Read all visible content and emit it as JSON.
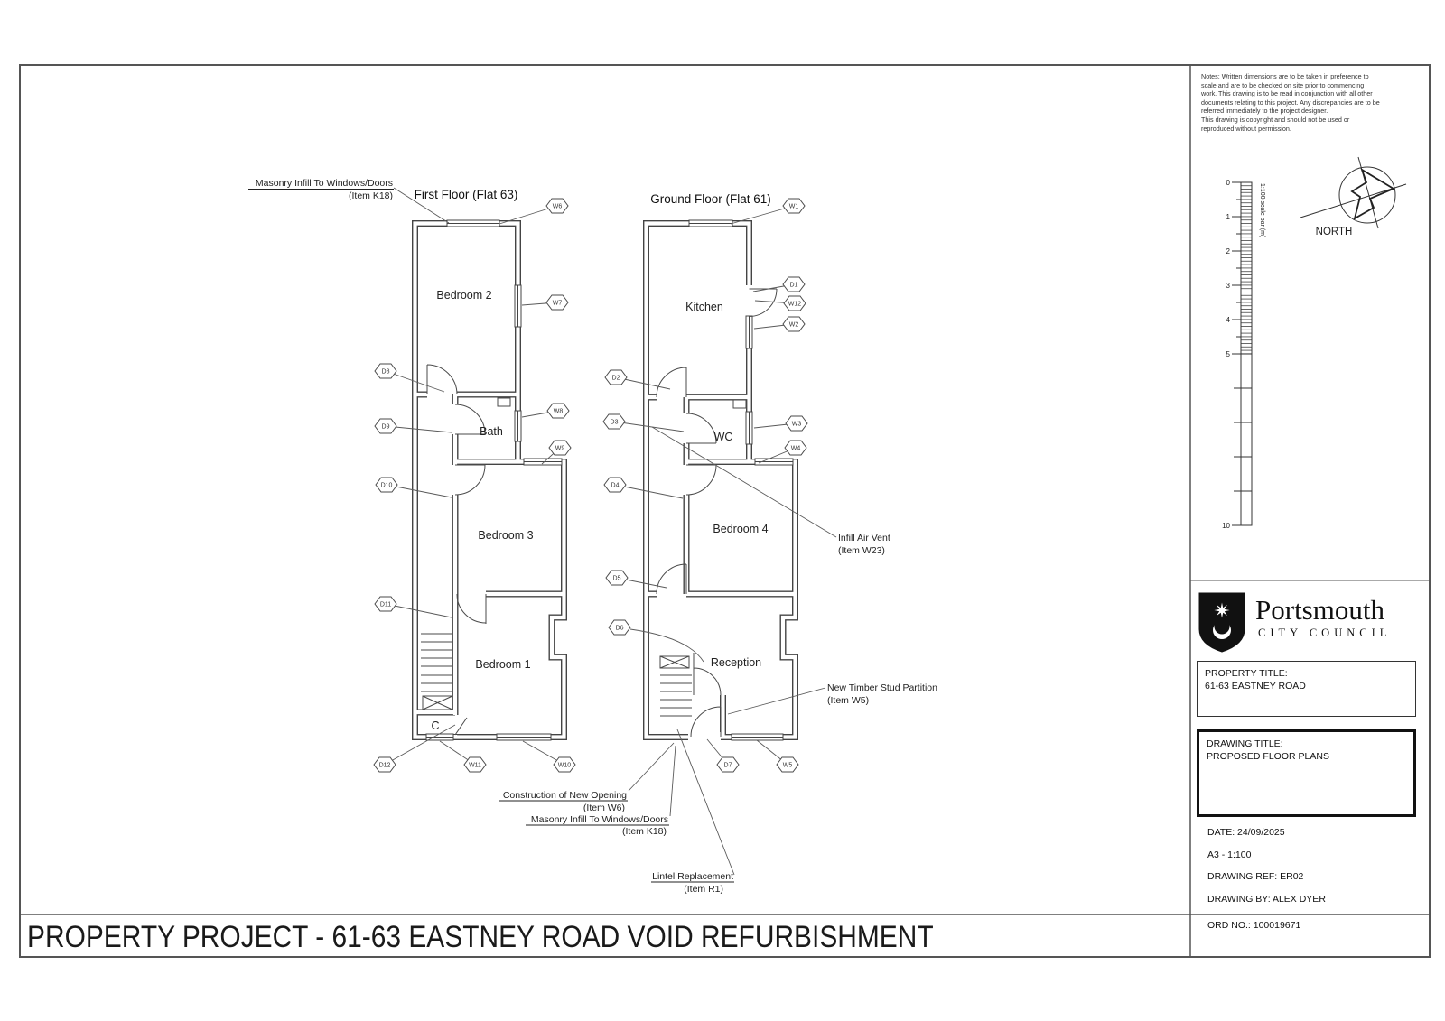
{
  "sheet": {
    "main_title": "PROPERTY PROJECT - 61-63 EASTNEY ROAD VOID REFURBISHMENT",
    "notes": "Notes: Written dimensions are to be taken in preference to\nscale and are to be checked on site prior to commencing\nwork. This drawing is to be read in conjunction with all other\ndocuments relating to this project. Any discrepancies are to be\nreferred immediately to the project designer.\nThis drawing is copyright and should not be used or\nreproduced without permission."
  },
  "scalebar": {
    "title": "1:100 scale bar (m)",
    "t0": "0",
    "t1": "1",
    "t2": "2",
    "t3": "3",
    "t4": "4",
    "t5": "5",
    "t10": "10"
  },
  "north_label": "NORTH",
  "logo": {
    "name": "Portsmouth",
    "subtitle": "CITY COUNCIL"
  },
  "titleblock": {
    "property_label": "PROPERTY TITLE:",
    "property_value": "61-63 EASTNEY ROAD",
    "drawing_label": "DRAWING TITLE:",
    "drawing_value": "PROPOSED FLOOR PLANS",
    "date": "DATE: 24/09/2025",
    "format_scale": "A3 - 1:100",
    "ref": "DRAWING REF: ER02",
    "author": "DRAWING BY: ALEX DYER",
    "ord": "ORD NO.: 100019671"
  },
  "first_floor": {
    "title": "First Floor (Flat 63)",
    "room_bedroom2": "Bedroom 2",
    "room_bath": "Bath",
    "room_bedroom3": "Bedroom 3",
    "room_bedroom1": "Bedroom 1",
    "room_cupboard": "C",
    "tags": {
      "w6": "W6",
      "w7": "W7",
      "w8": "W8",
      "w9": "W9",
      "w10": "W10",
      "w11": "W11",
      "d8": "D8",
      "d9": "D9",
      "d10": "D10",
      "d11": "D11",
      "d12": "D12"
    }
  },
  "ground_floor": {
    "title": "Ground Floor (Flat 61)",
    "room_kitchen": "Kitchen",
    "room_wc": "WC",
    "room_bedroom4": "Bedroom 4",
    "room_reception": "Reception",
    "tags": {
      "w1": "W1",
      "w2": "W2",
      "w3": "W3",
      "w4": "W4",
      "w5": "W5",
      "w12": "W12",
      "d1": "D1",
      "d2": "D2",
      "d3": "D3",
      "d4": "D4",
      "d5": "D5",
      "d6": "D6",
      "d7": "D7"
    }
  },
  "annotations": {
    "masonry_top_1": "Masonry Infill To Windows/Doors",
    "masonry_top_2": "(Item K18)",
    "air_vent_1": "Infill Air Vent",
    "air_vent_2": "(Item W23)",
    "partition_1": "New Timber Stud Partition",
    "partition_2": "(Item W5)",
    "opening_1": "Construction of New Opening",
    "opening_2": "(Item W6)",
    "masonry_btm_1": "Masonry Infill To Windows/Doors",
    "masonry_btm_2": "(Item K18)",
    "lintel_1": "Lintel Replacement",
    "lintel_2": "(Item R1)"
  }
}
